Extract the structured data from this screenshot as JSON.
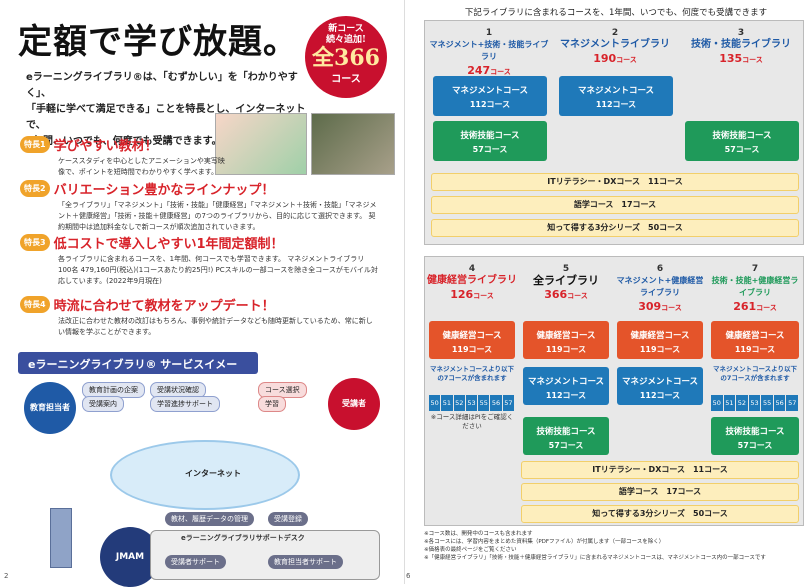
{
  "left": {
    "title": "定額で学び放題。",
    "badge": {
      "line1": "新コース",
      "line2": "続々追加!",
      "total": "全366",
      "unit": "コース"
    },
    "intro": [
      "eラーニングライブラリ®は、「むずかしい」を「わかりやすく」、",
      "「手軽に学べて満足できる」ことを特長とし、インターネットで、",
      "1年間、いつでも、何度でも受講できます。"
    ],
    "features": [
      {
        "label": "特長1",
        "title": "学びやすい教材！",
        "desc": "ケーススタディを中心としたアニメーションや実写映像で、ポイントを短時間でわかりやすく学べます。"
      },
      {
        "label": "特長2",
        "title": "バリエーション豊かなラインナップ！",
        "desc": "「全ライブラリ」「マネジメント」「技術・技能」「健康経営」「マネジメント＋技術・技能」「マネジメント＋健康経営」「技術・技能＋健康経営」の7つのライブラリから、目的に応じて選択できます。 契約期間中は追加料金なしで新コースが順次追加されていきます。"
      },
      {
        "label": "特長3",
        "title": "低コストで導入しやすい1年間定額制！",
        "desc": "各ライブラリに含まれるコースを、1年間、何コースでも学習できます。 マネジメントライブラリ 100名 479,160円(税込)(1コースあたり約25円!) PCスキルの一部コースを除き全コースがモバイル対応しています。(2022年9月現在)"
      },
      {
        "label": "特長4",
        "title": "時流に合わせて教材をアップデート！",
        "desc": "法改正に合わせた教材の改訂はもちろん、事例や統計データなども随時更新しているため、常に新しい情報を学ぶことができます。"
      }
    ],
    "service_title": "eラーニングライブラリ® サービスイメージ",
    "admin": "教育担当者",
    "learner": "受講者",
    "admin_tags": [
      "教育計画の企案",
      "受講状況確認",
      "受講案内",
      "学習進捗サポート"
    ],
    "learner_tags": [
      "コース選択",
      "学習"
    ],
    "internet": "インターネット",
    "jmam": "JMAM",
    "desk_title": "eラーニングライブラリサポートデスク",
    "desk_tags": [
      "教材、履歴データの管理",
      "受講登録",
      "受講者サポート",
      "教育担当者サポート"
    ],
    "page_no": "2"
  },
  "right": {
    "header": "下記ライブラリに含まれるコースを、1年間、いつでも、何度でも受講できます",
    "cols_top": [
      {
        "num": "1",
        "name": "マネジメント+技術・技能ライブラリ",
        "count": "247",
        "unit": "コース"
      },
      {
        "num": "2",
        "name": "マネジメントライブラリ",
        "count": "190",
        "unit": "コース"
      },
      {
        "num": "3",
        "name": "技術・技能ライブラリ",
        "count": "135",
        "unit": "コース"
      }
    ],
    "mgmt": {
      "label": "マネジメントコース",
      "count": "112コース"
    },
    "tech": {
      "label": "技術技能コース",
      "count": "57コース"
    },
    "it": "ITリテラシー・DXコース　11コース",
    "gogaku": "語学コース　17コース",
    "shitte": "知って得する3分シリーズ　50コース",
    "cols_bottom": [
      {
        "num": "4",
        "name": "健康経営ライブラリ",
        "count": "126",
        "unit": "コース"
      },
      {
        "num": "5",
        "name": "全ライブラリ",
        "count": "366",
        "unit": "コース"
      },
      {
        "num": "6",
        "name": "マネジメント+健康経営ライブラリ",
        "count": "309",
        "unit": "コース"
      },
      {
        "num": "7",
        "name": "技術・技能+健康経営ライブラリ",
        "count": "261",
        "unit": "コース"
      }
    ],
    "health": {
      "label": "健康経営コース",
      "count": "119コース"
    },
    "select_note": "マネジメントコースより以下の7コースが含まれます",
    "select_note2": "マネジメントコースより以下の7コースが含まれます",
    "nums": [
      "50",
      "51",
      "52",
      "53",
      "55",
      "56",
      "57"
    ],
    "detail_note": "※コース詳細はPIをご確認ください",
    "notes": [
      "※コース数は、開発中のコースも含まれます",
      "※各コースには、学習内容をまとめた資料集（PDFファイル）が付属します（一部コースを除く）",
      "※価格表の最終ページをご覧ください",
      "※「健康経営ライブラリ」「技術・技能＋健康経営ライブラリ」に含まれるマネジメントコースは、マネジメントコース内の一部コースです"
    ],
    "page_no": "6"
  },
  "colors": {
    "accent": "#d8232a",
    "blue": "#1f79b9",
    "green": "#1f9a5a",
    "orange": "#e4542a",
    "navy": "#3a4f9e"
  }
}
